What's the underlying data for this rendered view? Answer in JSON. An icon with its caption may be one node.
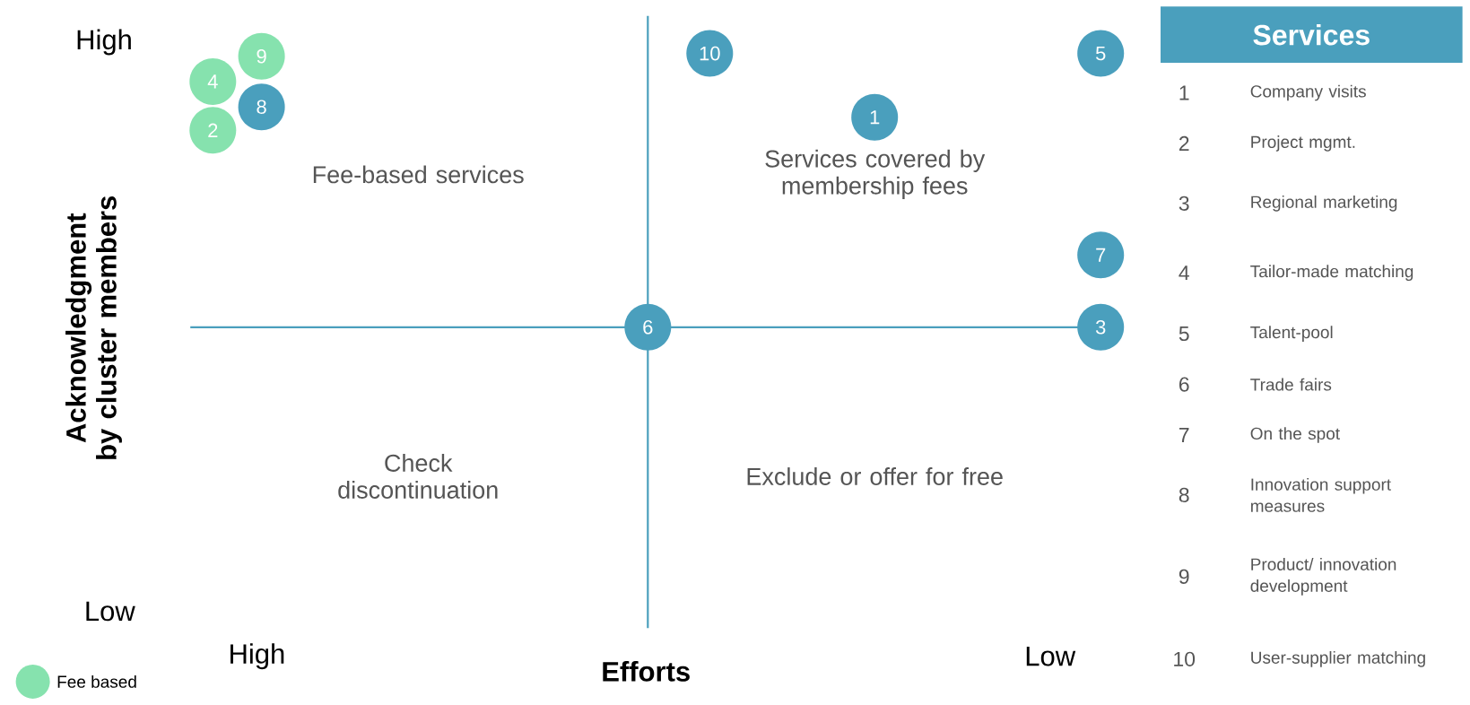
{
  "diagram": {
    "nodes": [
      {
        "text": [
          "9"
        ]
      },
      {
        "text": [
          "10"
        ]
      },
      {
        "text": [
          "5"
        ]
      },
      {
        "text": [
          "4"
        ]
      },
      {
        "text": [
          "8"
        ]
      },
      {
        "text": [
          "1"
        ]
      },
      {
        "text": [
          "2"
        ]
      },
      {
        "text": [
          "7"
        ]
      },
      {
        "text": [
          "6"
        ]
      },
      {
        "text": [
          "3"
        ]
      }
    ],
    "edges": [],
    "labels": [
      "High",
      "Acknowledgment by cluster members",
      "Low",
      "Fee-based services",
      "Services covered by membership fees",
      "Check discontinuation",
      "Exclude or offer for free",
      "High",
      "Efforts",
      "Low",
      "Services",
      "1",
      "Company visits",
      "2",
      "Project mgmt.",
      "3",
      "Regional marketing",
      "4",
      "Tailor-made matching",
      "5",
      "Talent-pool",
      "6",
      "Trade fairs",
      "7",
      "On the spot",
      "8",
      "Innovation support measures",
      "9",
      "Product/ innovation development",
      "10",
      "User-supplier matching"
    ],
    "legend": [
      {
        "text": "Fee based",
        "color": "#86e2ae"
      }
    ]
  }
}
